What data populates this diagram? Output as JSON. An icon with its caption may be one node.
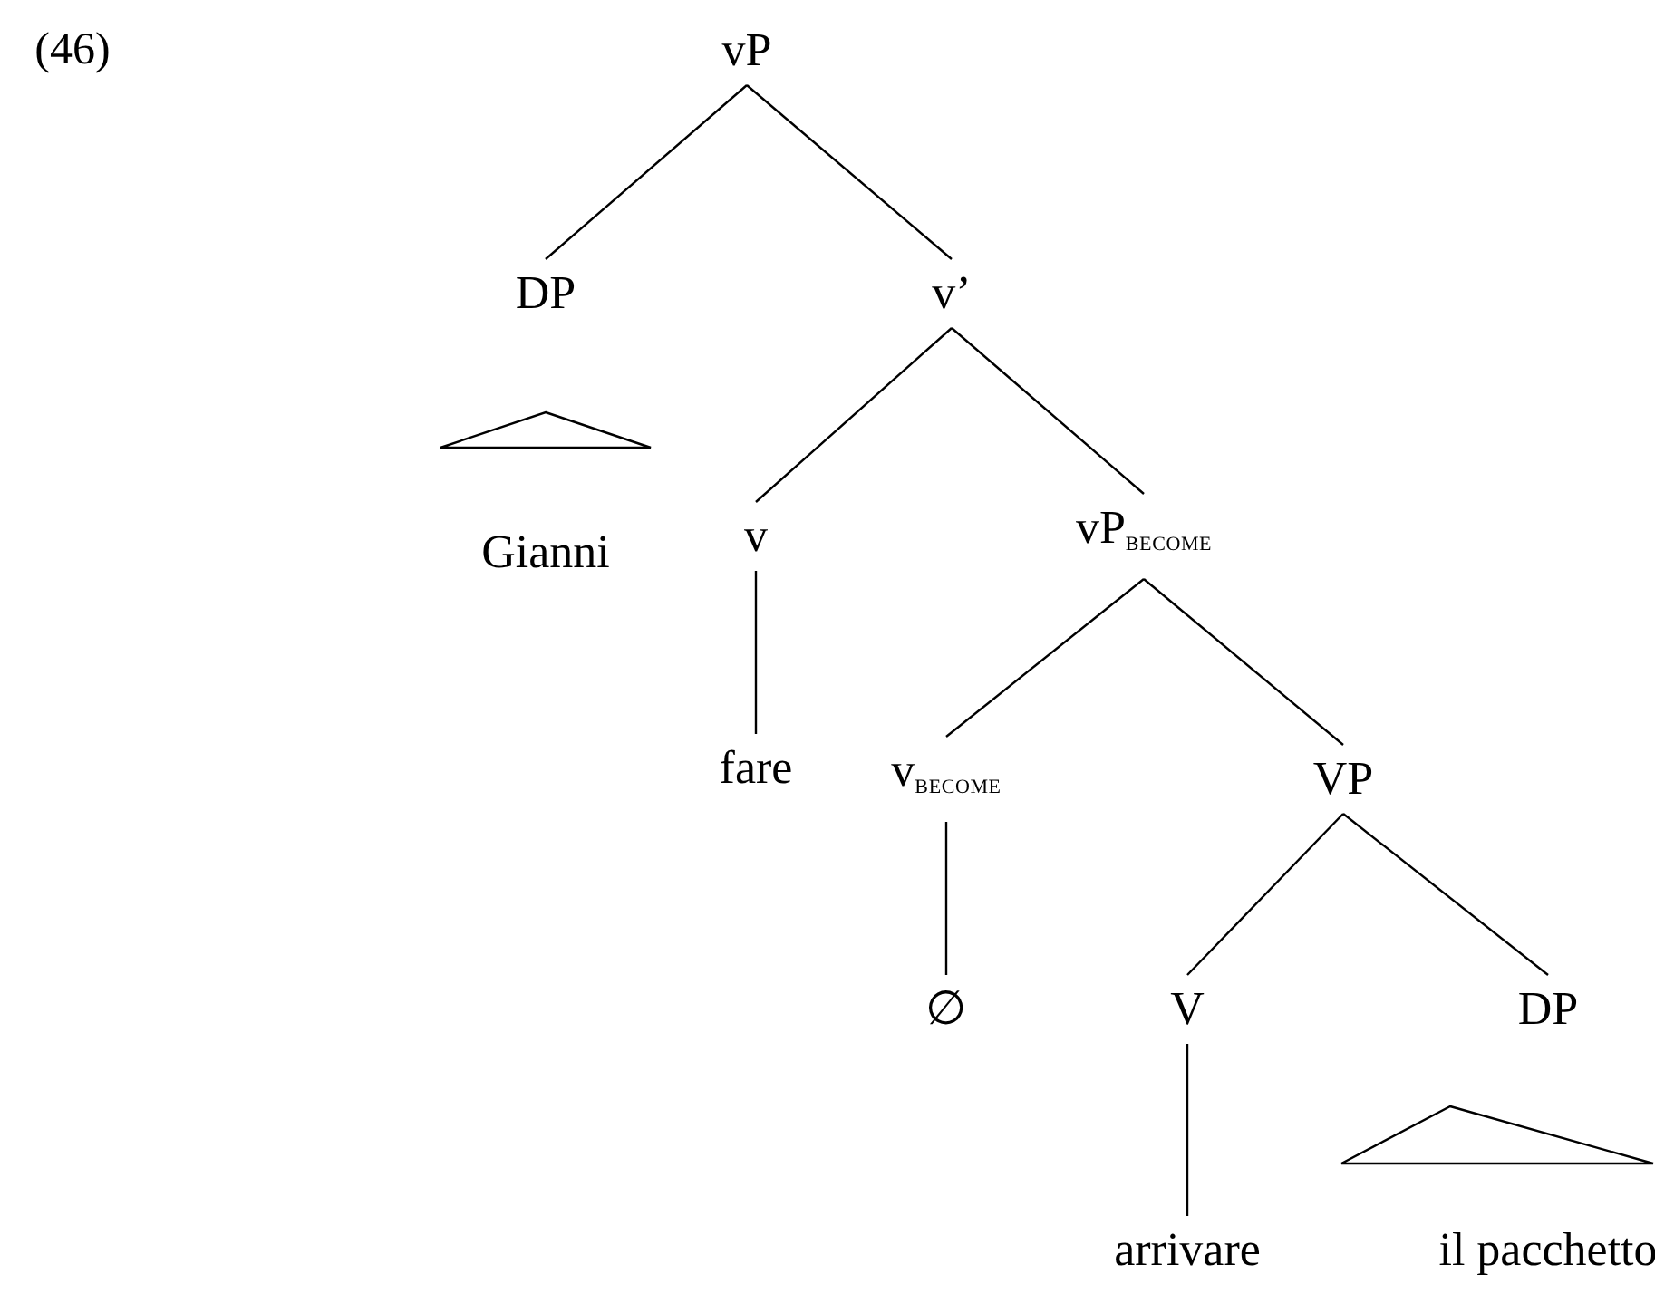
{
  "diagram": {
    "nodes": [
      {
        "text": [
          "vP"
        ]
      },
      {
        "text": [
          "DP"
        ]
      },
      {
        "text": [
          "v’"
        ]
      },
      {
        "text": [],
        "shape": "triangle"
      },
      {
        "text": [
          "Gianni"
        ]
      },
      {
        "text": [
          "v"
        ]
      },
      {
        "text": [
          "vP$_{BECOME}$"
        ]
      },
      {
        "text": [
          "fare"
        ]
      },
      {
        "text": [
          "v$_{BECOME}$"
        ]
      },
      {
        "text": [
          "VP"
        ]
      },
      {
        "text": [
          "∅"
        ]
      },
      {
        "text": [
          "V"
        ]
      },
      {
        "text": [
          "DP"
        ]
      },
      {
        "text": [],
        "shape": "triangle"
      },
      {
        "text": [
          "arrivare"
        ]
      },
      {
        "text": [
          "il pacchetto"
        ]
      }
    ],
    "edges": [
      {
        "from": 0,
        "to": 1,
        "arrow": "none"
      },
      {
        "from": 0,
        "to": 2,
        "arrow": "none"
      },
      {
        "from": 2,
        "to": 5,
        "arrow": "none"
      },
      {
        "from": 2,
        "to": 6,
        "arrow": "none"
      },
      {
        "from": 5,
        "to": 7,
        "arrow": "none"
      },
      {
        "from": 6,
        "to": 8,
        "arrow": "none"
      },
      {
        "from": 6,
        "to": 9,
        "arrow": "none"
      },
      {
        "from": 8,
        "to": 10,
        "arrow": "none"
      },
      {
        "from": 9,
        "to": 11,
        "arrow": "none"
      },
      {
        "from": 9,
        "to": 12,
        "arrow": "none"
      },
      {
        "from": 11,
        "to": 14,
        "arrow": "none"
      }
    ],
    "labels": [
      "(46)"
    ]
  }
}
